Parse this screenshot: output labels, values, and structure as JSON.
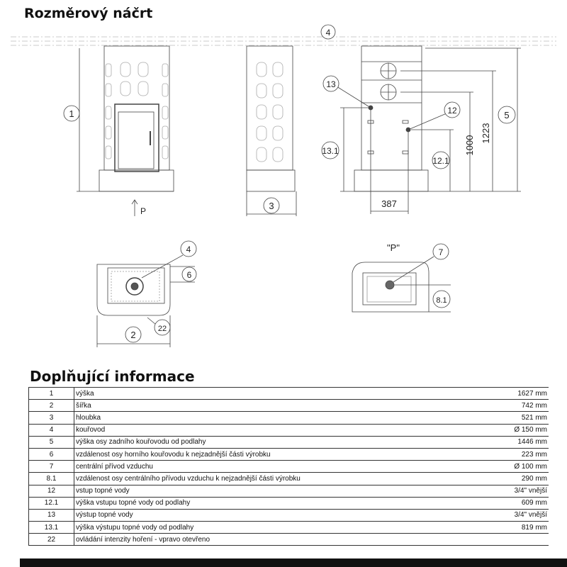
{
  "title": "Rozměrový náčrt",
  "info_title": "Doplňující informace",
  "drawing": {
    "callouts": {
      "c1": "1",
      "c2": "2",
      "c3": "3",
      "c4": "4",
      "c4b": "4",
      "c5": "5",
      "c6": "6",
      "c7": "7",
      "c81": "8.1",
      "c12": "12",
      "c121": "12.1",
      "c13": "13",
      "c131": "13.1",
      "c22": "22"
    },
    "dims": {
      "d387": "387",
      "d1000": "1000",
      "d1223": "1223"
    },
    "view_arrow": "P",
    "view_label": "\"P\""
  },
  "rows": [
    {
      "n": "1",
      "d": "výška",
      "v": "1627 mm"
    },
    {
      "n": "2",
      "d": "šířka",
      "v": "742 mm"
    },
    {
      "n": "3",
      "d": "hloubka",
      "v": "521 mm"
    },
    {
      "n": "4",
      "d": "kouřovod",
      "v": "Ø 150 mm"
    },
    {
      "n": "5",
      "d": "výška osy zadního kouřovodu od podlahy",
      "v": "1446 mm"
    },
    {
      "n": "6",
      "d": "vzdálenost osy horního kouřovodu k nejzadnější části výrobku",
      "v": "223 mm"
    },
    {
      "n": "7",
      "d": "centrální přívod vzduchu",
      "v": "Ø 100 mm"
    },
    {
      "n": "8.1",
      "d": "vzdálenost osy centrálního přívodu vzduchu k nejzadnější části výrobku",
      "v": "290 mm"
    },
    {
      "n": "12",
      "d": "vstup topné vody",
      "v": "3/4\" vnější"
    },
    {
      "n": "12.1",
      "d": "výška vstupu topné vody od podlahy",
      "v": "609 mm"
    },
    {
      "n": "13",
      "d": "výstup topné vody",
      "v": "3/4\" vnější"
    },
    {
      "n": "13.1",
      "d": "výška výstupu topné vody od podlahy",
      "v": "819 mm"
    },
    {
      "n": "22",
      "d": "ovládání intenzity hoření - vpravo otevřeno",
      "v": ""
    }
  ]
}
